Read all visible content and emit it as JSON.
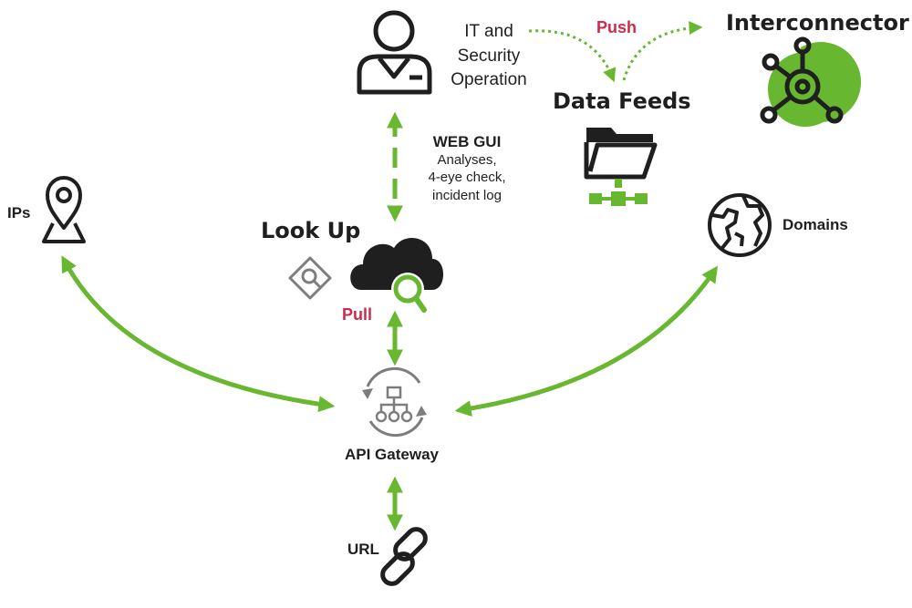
{
  "nodes": {
    "it_security": {
      "lines": [
        "IT and",
        "Security",
        "Operation"
      ]
    },
    "push": {
      "label": "Push"
    },
    "interconnector": {
      "label": "Interconnector"
    },
    "data_feeds": {
      "label": "Data Feeds"
    },
    "web_gui": {
      "title": "WEB GUI",
      "lines": [
        "Analyses,",
        "4-eye check,",
        "incident log"
      ]
    },
    "look_up": {
      "label": "Look Up"
    },
    "pull": {
      "label": "Pull"
    },
    "ips": {
      "label": "IPs"
    },
    "domains": {
      "label": "Domains"
    },
    "api_gateway": {
      "label": "API Gateway"
    },
    "url": {
      "label": "URL"
    }
  },
  "colors": {
    "green": "#67b731",
    "dark": "#1f1f1f",
    "red": "#cc2b4c",
    "grey": "#7d7d7d"
  },
  "icons": {
    "user": "user-icon",
    "folder": "folder-network-icon",
    "hub": "hub-icon",
    "globe": "globe-icon",
    "pin": "location-pin-icon",
    "cloud": "cloud-search-icon",
    "tag": "search-tag-icon",
    "gateway": "gateway-hierarchy-icon",
    "link": "link-icon"
  }
}
